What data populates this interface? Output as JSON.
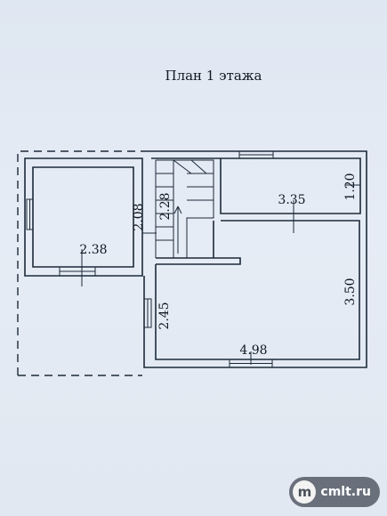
{
  "title": "План 1 этажа",
  "dimensions": {
    "room_left_height": "2.08",
    "room_left_width": "2.38",
    "stair_length": "2.28",
    "room_top_right_width": "3.35",
    "room_top_right_depth": "1.20",
    "room_main_depth": "3.50",
    "room_main_width": "4.98",
    "hall_length": "2.45"
  },
  "watermark": {
    "icon": "m",
    "text": "cmlt.ru"
  },
  "colors": {
    "lines": "#1c2a3a",
    "paper": "#e2e8f1"
  }
}
